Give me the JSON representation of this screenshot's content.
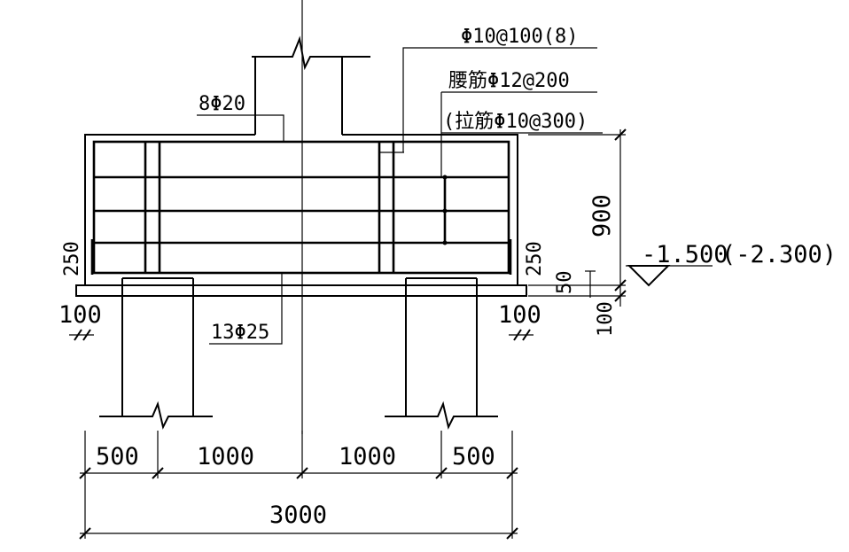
{
  "labels": {
    "stirrup": "Φ10@100(8)",
    "waist_bar": "腰筋Φ12@200",
    "tie_bar": "(拉筋Φ10@300)",
    "top_bar": "8Φ20",
    "bottom_bar": "13Φ25",
    "elevation": "-1.500",
    "elevation_alt": "(-2.300)"
  },
  "dimensions": {
    "height_900": "900",
    "cover_left_250": "250",
    "cover_right_250": "250",
    "h_50": "50",
    "h_100_right": "100",
    "edge_left_100": "100",
    "edge_right_100": "100",
    "bottom_500_left": "500",
    "bottom_1000_left": "1000",
    "bottom_1000_right": "1000",
    "bottom_500_right": "500",
    "total_3000": "3000"
  }
}
